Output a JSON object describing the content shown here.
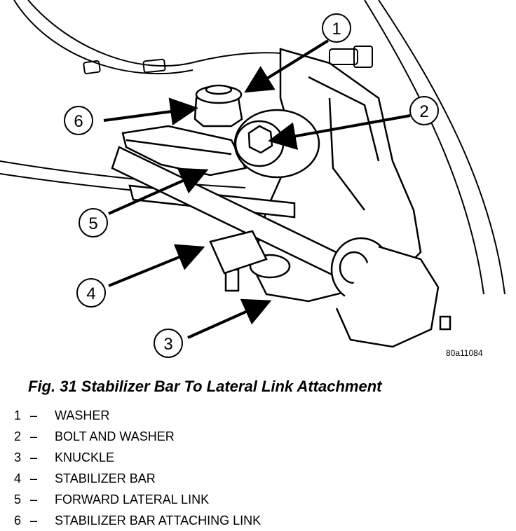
{
  "figure": {
    "ref_code": "80a11084",
    "callouts": [
      "1",
      "2",
      "3",
      "4",
      "5",
      "6"
    ]
  },
  "caption": "Fig. 31 Stabilizer Bar To Lateral Link Attachment",
  "legend": [
    {
      "num": "1",
      "dash": "–",
      "label": "WASHER"
    },
    {
      "num": "2",
      "dash": "–",
      "label": "BOLT AND WASHER"
    },
    {
      "num": "3",
      "dash": "–",
      "label": "KNUCKLE"
    },
    {
      "num": "4",
      "dash": "–",
      "label": "STABILIZER BAR"
    },
    {
      "num": "5",
      "dash": "–",
      "label": "FORWARD LATERAL LINK"
    },
    {
      "num": "6",
      "dash": "–",
      "label": "STABILIZER BAR ATTACHING LINK"
    }
  ]
}
